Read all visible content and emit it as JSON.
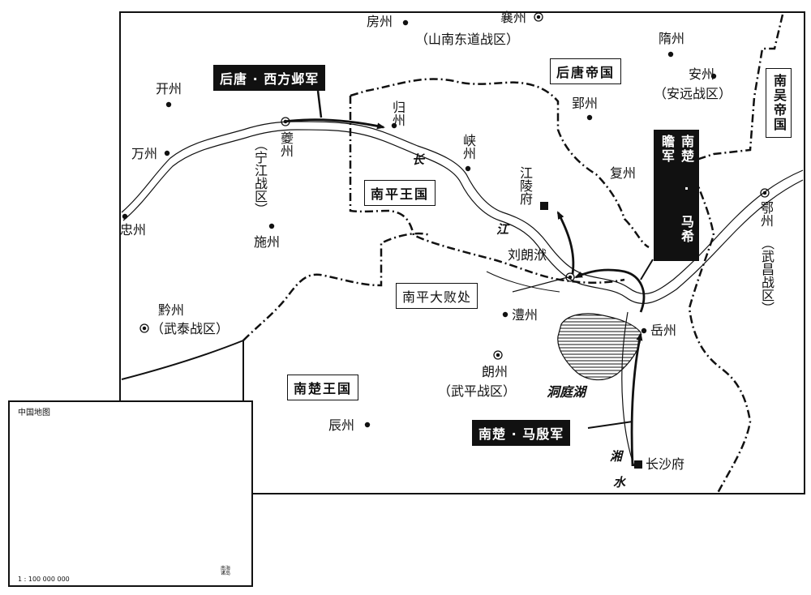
{
  "map": {
    "states": {
      "later_tang": "后唐帝国",
      "southern_wu": "南吴帝国",
      "nanping": "南平王国",
      "southern_chu": "南楚王国"
    },
    "armies": {
      "later_tang_west": "后唐 · 西方邺军",
      "chu_ma_xizhan": "南楚 · 马希瞻军",
      "chu_ma_yin": "南楚 · 马殷军"
    },
    "defeat_site": "南平大败处",
    "battle_place": "刘朗洑",
    "places": {
      "fangzhou": "房州",
      "xiangzhou": "襄州",
      "xiangzhou_note": "（山南东道战区）",
      "suizhou": "隋州",
      "kaizhou": "开州",
      "anzhou": "安州",
      "anzhou_note": "（安远战区）",
      "guizhou": "归州",
      "yingzhou": "郢州",
      "kuizhou": "夔州",
      "kuizhou_note": "（宁江战区）",
      "wanzhou": "万州",
      "xiazhou": "峡州",
      "fuzhou": "复州",
      "jiangling": "江陵府",
      "zhongzhou": "忠州",
      "shizhou": "施州",
      "ezhou": "鄂州",
      "ezhou_note": "（武昌战区）",
      "qianzhou": "黔州",
      "qianzhou_note": "（武泰战区）",
      "lizhou": "澧州",
      "yuezhou": "岳州",
      "langzhou": "朗州",
      "langzhou_note": "（武平战区）",
      "chenzhou": "辰州",
      "changsha": "长沙府"
    },
    "rivers": {
      "chang": "长",
      "jiang": "江",
      "xiang": "湘",
      "shui": "水"
    },
    "lake": "洞庭湖"
  },
  "inset": {
    "title": "中国地图",
    "scale": "1 : 100 000 000",
    "sea_label": "南海诸岛"
  }
}
